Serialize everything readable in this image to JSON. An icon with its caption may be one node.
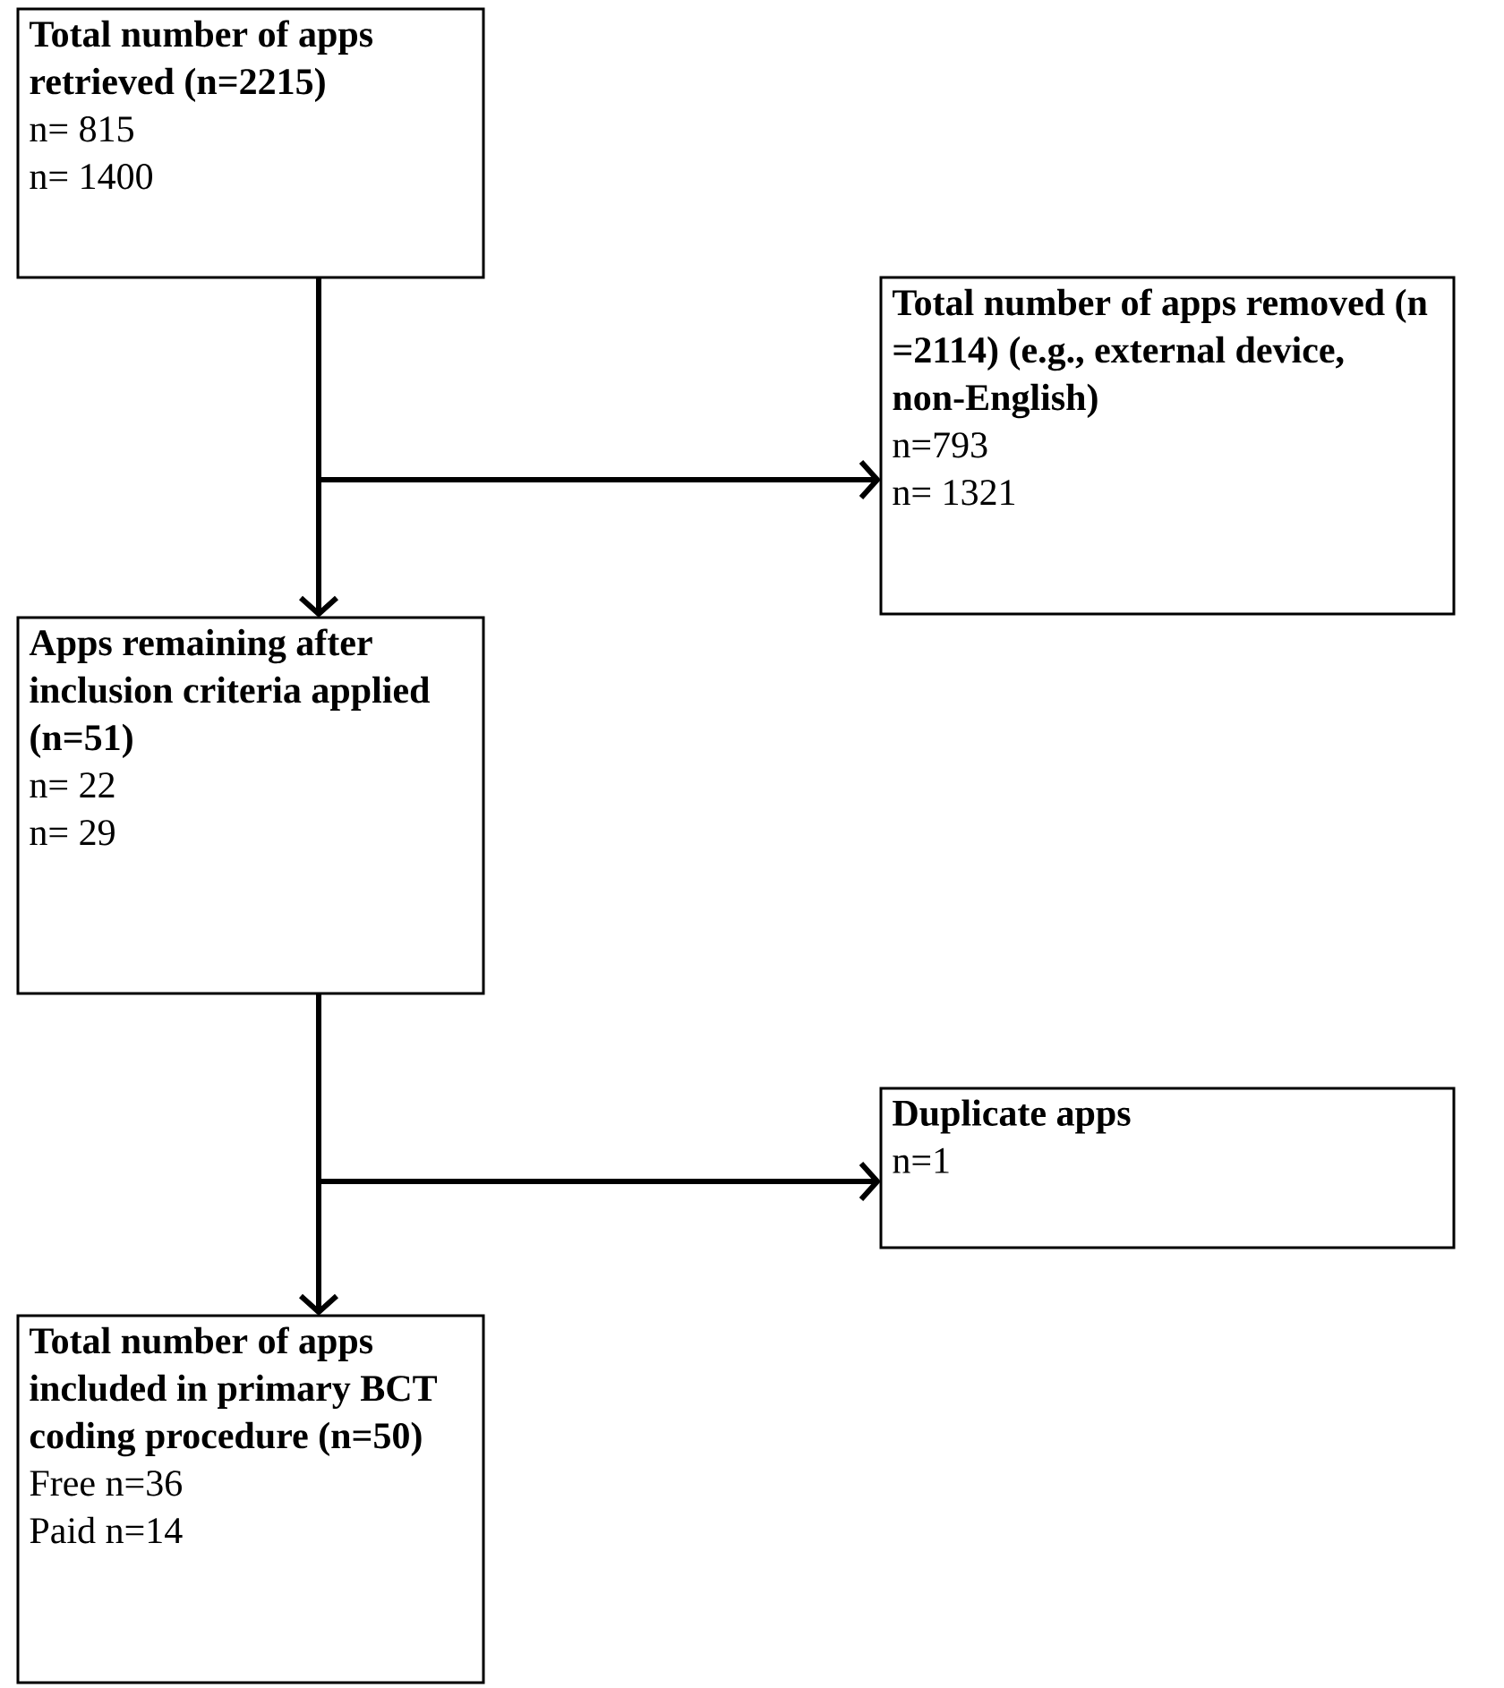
{
  "diagram": {
    "nodes": [
      {
        "text": [
          "Total number of apps retrieved (n=2215)",
          "n= 815",
          "n= 1400"
        ]
      },
      {
        "text": [
          "Total number of apps removed (n =2114) (e.g., external device, non-English)",
          "n=793",
          "n= 1321"
        ]
      },
      {
        "text": [
          "Apps remaining after inclusion criteria applied (n=51)",
          "n= 22",
          "n= 29"
        ]
      },
      {
        "text": [
          "Duplicate apps",
          "n=1"
        ]
      },
      {
        "text": [
          "Total number of apps included in primary BCT coding procedure (n=50)",
          "Free n=36",
          "Paid n=14"
        ]
      }
    ],
    "edges": [
      {
        "from": 0,
        "to": 2,
        "arrow": "to"
      },
      {
        "from": 0,
        "to": 1,
        "arrow": "to"
      },
      {
        "from": 2,
        "to": 4,
        "arrow": "to"
      },
      {
        "from": 2,
        "to": 3,
        "arrow": "to"
      }
    ]
  }
}
